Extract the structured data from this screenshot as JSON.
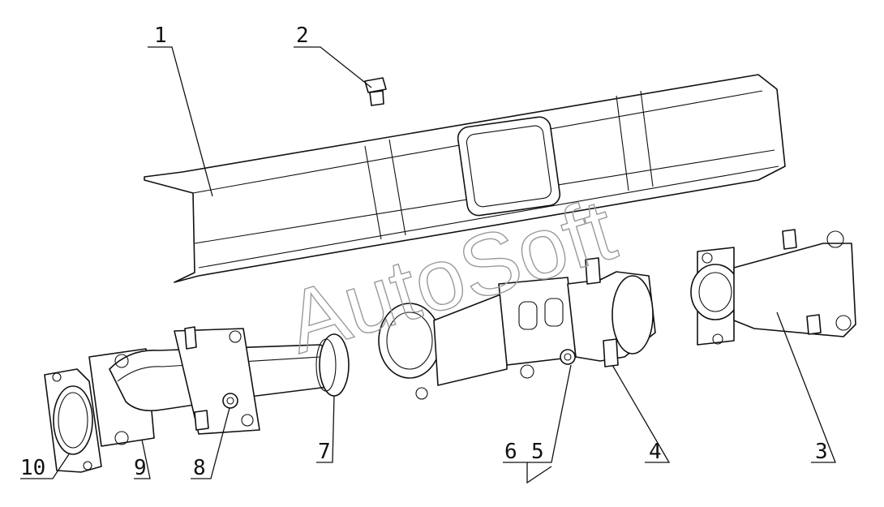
{
  "watermark": "AutoSoft",
  "callouts": {
    "c1": "1",
    "c2": "2",
    "c3": "3",
    "c4": "4",
    "c5": "5",
    "c6": "6",
    "c7": "7",
    "c8": "8",
    "c9": "9",
    "c10": "10"
  },
  "colors": {
    "line": "#111111",
    "watermark": "#9a9a9a",
    "background": "#ffffff"
  }
}
